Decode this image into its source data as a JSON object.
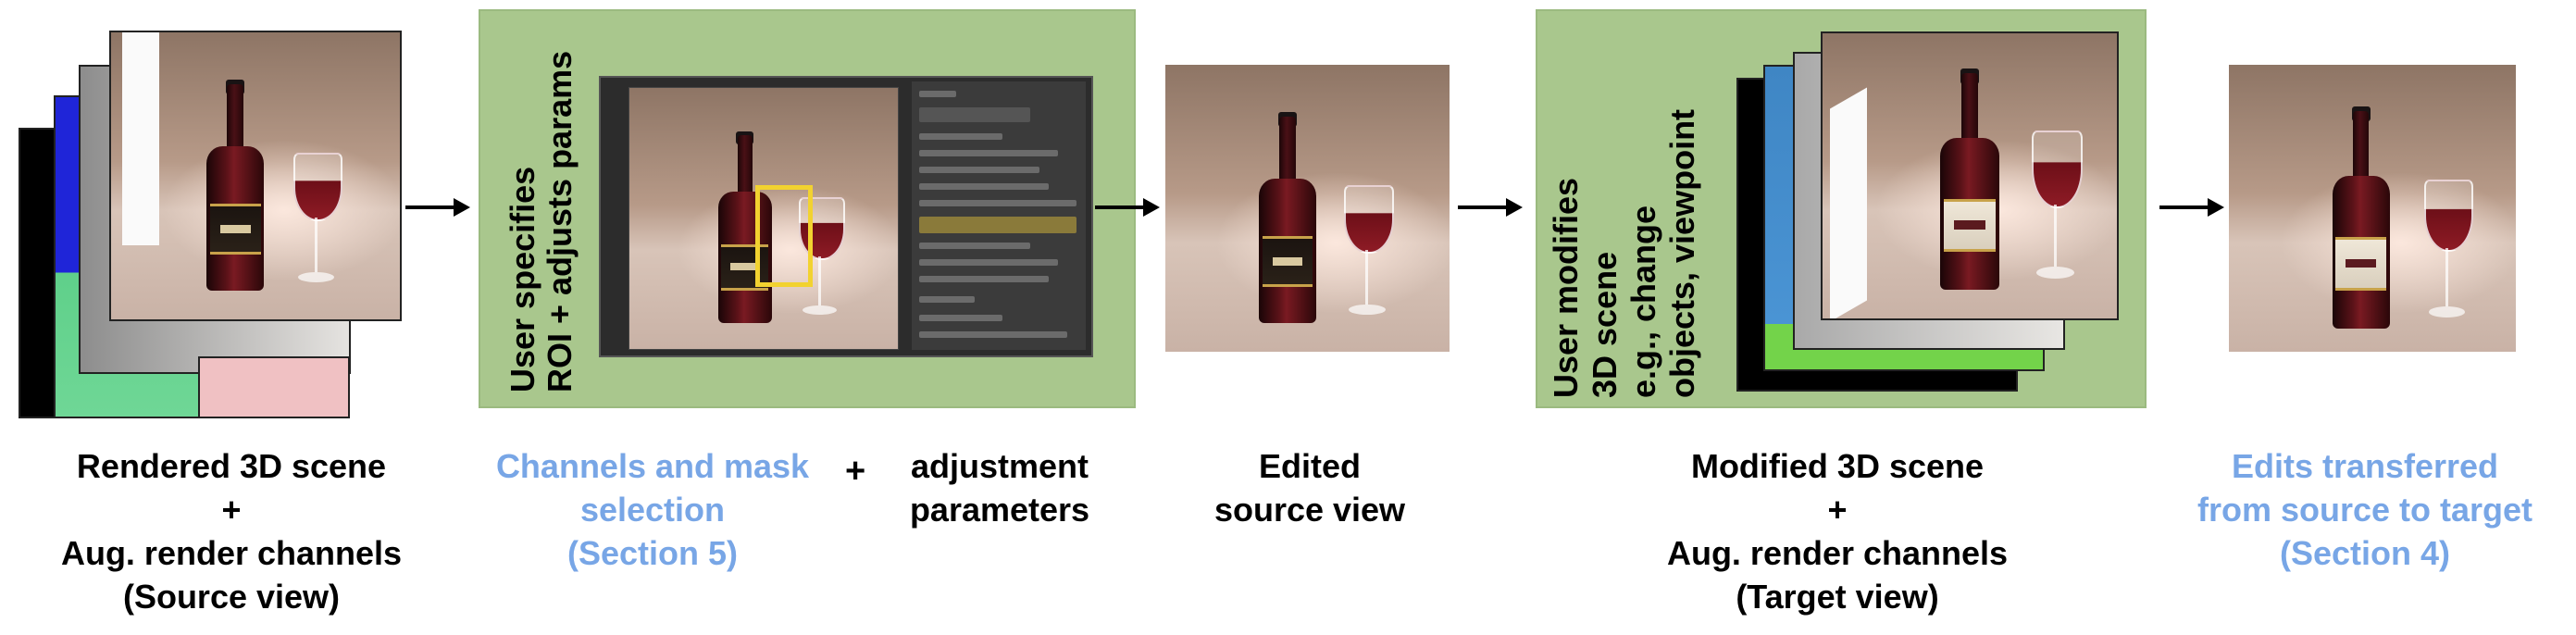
{
  "panel_roi": {
    "lines": [
      "User specifies",
      "ROI + adjusts params"
    ]
  },
  "panel_modify": {
    "lines": [
      "User modifies",
      "3D scene",
      "e.g., change",
      "objects, viewpoint"
    ]
  },
  "captions": {
    "source": [
      "Rendered 3D scene",
      "+",
      "Aug. render channels",
      "(Source view)"
    ],
    "channels": [
      "Channels and mask",
      "selection",
      "(Section 5)"
    ],
    "plus": "+",
    "adjustment": [
      "adjustment",
      "parameters"
    ],
    "edited": [
      "Edited",
      "source view"
    ],
    "target": [
      "Modified 3D scene",
      "+",
      "Aug. render channels",
      "(Target view)"
    ],
    "transferred": [
      "Edits transferred",
      "from source to target",
      "(Section 4)"
    ]
  },
  "colors": {
    "panel_green": "#a9c78d",
    "caption_blue": "#78a6e6",
    "roi_yellow": "#f2d230"
  }
}
